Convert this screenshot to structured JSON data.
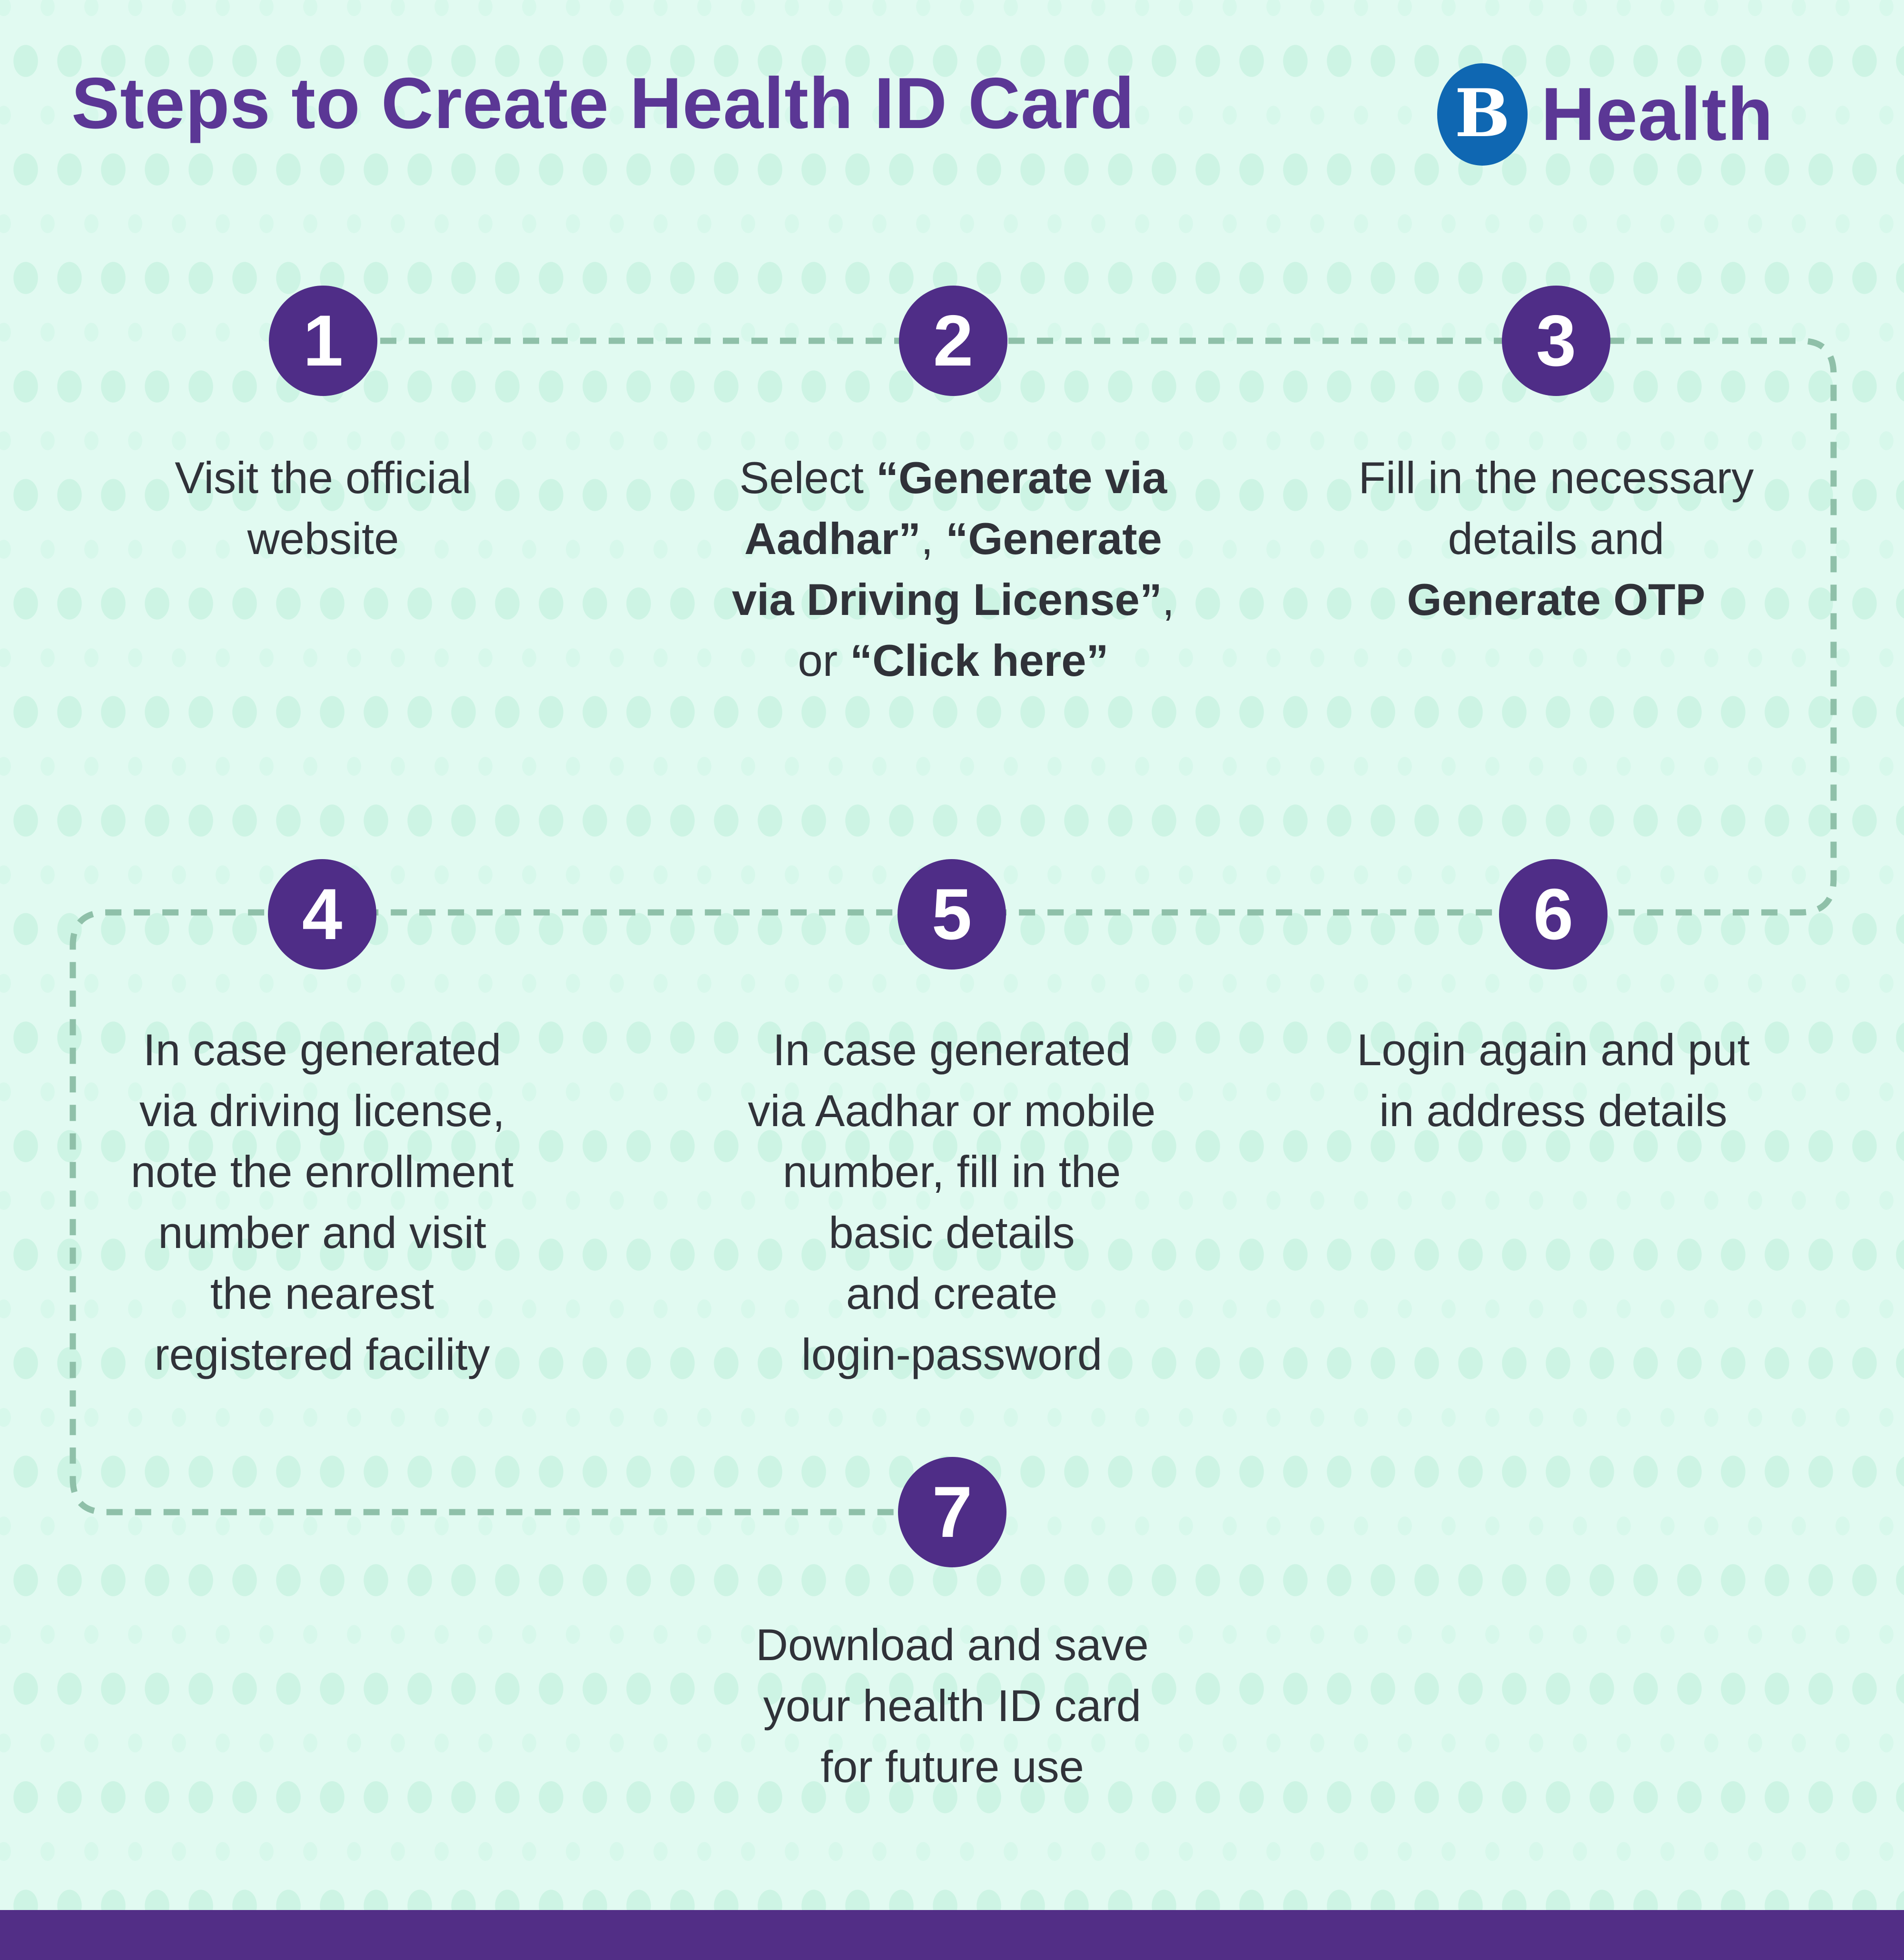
{
  "page": {
    "title": "Steps to Create Health ID Card"
  },
  "logo": {
    "brand_letter": "B",
    "brand_name": "Health"
  },
  "steps": [
    {
      "number": "1",
      "lines": [
        [
          {
            "t": "Visit the official"
          }
        ],
        [
          {
            "t": "website"
          }
        ]
      ]
    },
    {
      "number": "2",
      "lines": [
        [
          {
            "t": "Select "
          },
          {
            "t": "“Generate via",
            "b": true
          }
        ],
        [
          {
            "t": "Aadhar”",
            "b": true
          },
          {
            "t": ", "
          },
          {
            "t": "“Generate",
            "b": true
          }
        ],
        [
          {
            "t": "via Driving License”",
            "b": true
          },
          {
            "t": ","
          }
        ],
        [
          {
            "t": "or "
          },
          {
            "t": "“Click here”",
            "b": true
          }
        ]
      ]
    },
    {
      "number": "3",
      "lines": [
        [
          {
            "t": "Fill in the necessary"
          }
        ],
        [
          {
            "t": "details and"
          }
        ],
        [
          {
            "t": "Generate OTP",
            "b": true
          }
        ]
      ]
    },
    {
      "number": "4",
      "lines": [
        [
          {
            "t": "In case generated"
          }
        ],
        [
          {
            "t": "via driving license,"
          }
        ],
        [
          {
            "t": "note the enrollment"
          }
        ],
        [
          {
            "t": "number and visit"
          }
        ],
        [
          {
            "t": "the nearest"
          }
        ],
        [
          {
            "t": "registered facility"
          }
        ]
      ]
    },
    {
      "number": "5",
      "lines": [
        [
          {
            "t": "In case generated"
          }
        ],
        [
          {
            "t": "via Aadhar or mobile"
          }
        ],
        [
          {
            "t": "number, fill in the"
          }
        ],
        [
          {
            "t": "basic details"
          }
        ],
        [
          {
            "t": "and create"
          }
        ],
        [
          {
            "t": "login-password"
          }
        ]
      ]
    },
    {
      "number": "6",
      "lines": [
        [
          {
            "t": "Login again and put"
          }
        ],
        [
          {
            "t": "in address details"
          }
        ]
      ]
    },
    {
      "number": "7",
      "lines": [
        [
          {
            "t": "Download and save"
          }
        ],
        [
          {
            "t": "your health ID card"
          }
        ],
        [
          {
            "t": "for future use"
          }
        ]
      ]
    }
  ],
  "colors": {
    "title_purple": "#5b3795",
    "circle_purple": "#4f2d87",
    "footer_purple": "#522e86",
    "logo_blue": "#0f67b2",
    "dash_green": "#8fc0a9",
    "background_mint": "#e1faf1",
    "dot_mint": "#cdf4e4",
    "text_dark": "#303239"
  }
}
